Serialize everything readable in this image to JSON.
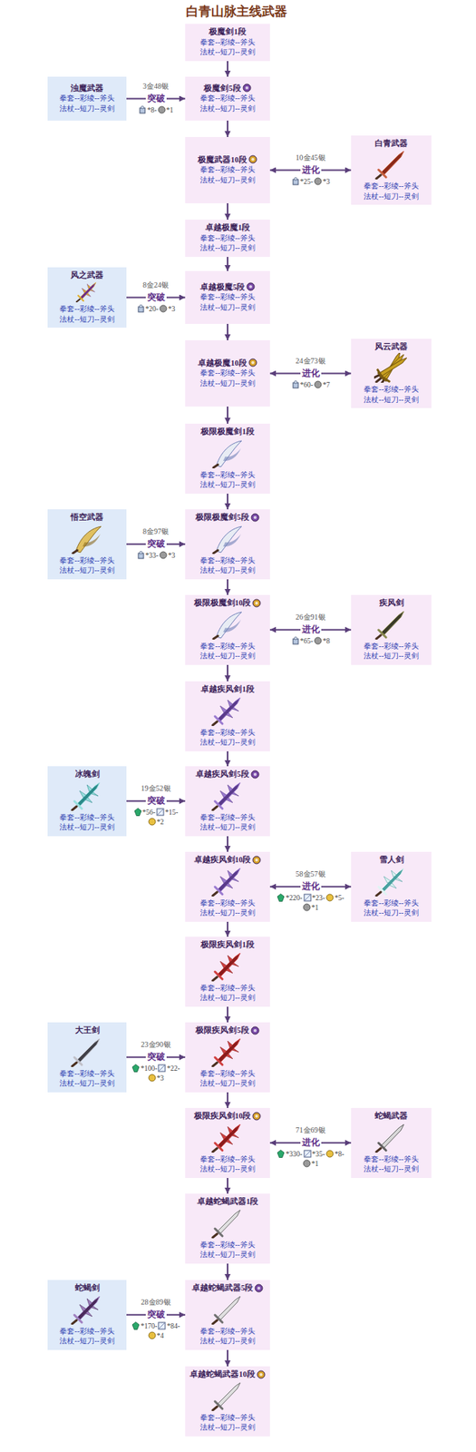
{
  "diagram": {
    "title": "白青山脉主线武器",
    "nodes": [
      {
        "text": [
          "极魔剑1段",
          "拳套--彩绫--斧头 法杖--短刀--灵剑"
        ]
      },
      {
        "text": [
          "浊魔武器",
          "拳套--彩绫--斧头 法杖--短刀--灵剑"
        ]
      },
      {
        "text": [
          "极魔剑5段",
          "拳套--彩绫--斧头 法杖--短刀--灵剑"
        ]
      },
      {
        "text": [
          "极魔武器10段",
          "拳套--彩绫--斧头 法杖--短刀--灵剑"
        ]
      },
      {
        "text": [
          "白青武器",
          "拳套--彩绫--斧头 法杖--短刀--灵剑"
        ]
      },
      {
        "text": [
          "卓越极魔1段",
          "拳套--彩绫--斧头 法杖--短刀--灵剑"
        ]
      },
      {
        "text": [
          "风之武器",
          "拳套--彩绫--斧头 法杖--短刀--灵剑"
        ]
      },
      {
        "text": [
          "卓越极魔5段",
          "拳套--彩绫--斧头 法杖--短刀--灵剑"
        ]
      },
      {
        "text": [
          "卓越极魔10段",
          "拳套--彩绫--斧头 法杖--短刀--灵剑"
        ]
      },
      {
        "text": [
          "风云武器",
          "拳套--彩绫--斧头 法杖--短刀--灵剑"
        ]
      },
      {
        "text": [
          "极限极魔剑1段",
          "拳套--彩绫--斧头 法杖--短刀--灵剑"
        ]
      },
      {
        "text": [
          "悟空武器",
          "拳套--彩绫--斧头 法杖--短刀--灵剑"
        ]
      },
      {
        "text": [
          "极限极魔剑5段",
          "拳套--彩绫--斧头 法杖--短刀--灵剑"
        ]
      },
      {
        "text": [
          "极限极魔剑10段",
          "拳套--彩绫--斧头 法杖--短刀--灵剑"
        ]
      },
      {
        "text": [
          "疾风剑",
          "拳套--彩绫--斧头 法杖--短刀--灵剑"
        ]
      },
      {
        "text": [
          "卓越疾风剑1段",
          "拳套--彩绫--斧头 法杖--短刀--灵剑"
        ]
      },
      {
        "text": [
          "冰魄剑",
          "拳套--彩绫--斧头 法杖--短刀--灵剑"
        ]
      },
      {
        "text": [
          "卓越疾风剑5段",
          "拳套--彩绫--斧头 法杖--短刀--灵剑"
        ]
      },
      {
        "text": [
          "卓越疾风剑10段",
          "拳套--彩绫--斧头 法杖--短刀--灵剑"
        ]
      },
      {
        "text": [
          "雪人剑",
          "拳套--彩绫--斧头 法杖--短刀--灵剑"
        ]
      },
      {
        "text": [
          "极限疾风剑1段",
          "拳套--彩绫--斧头 法杖--短刀--灵剑"
        ]
      },
      {
        "text": [
          "大王剑",
          "拳套--彩绫--斧头 法杖--短刀--灵剑"
        ]
      },
      {
        "text": [
          "极限疾风剑5段",
          "拳套--彩绫--斧头 法杖--短刀--灵剑"
        ]
      },
      {
        "text": [
          "极限疾风剑10段",
          "拳套--彩绫--斧头 法杖--短刀--灵剑"
        ]
      },
      {
        "text": [
          "蛇蝎武器",
          "拳套--彩绫--斧头 法杖--短刀--灵剑"
        ]
      },
      {
        "text": [
          "卓越蛇蝎武器1段",
          "拳套--彩绫--斧头 法杖--短刀--灵剑"
        ]
      },
      {
        "text": [
          "蛇蝎剑",
          "拳套--彩绫--斧头 法杖--短刀--灵剑"
        ]
      },
      {
        "text": [
          "卓越蛇蝎武器5段",
          "拳套--彩绫--斧头 法杖--短刀--灵剑"
        ]
      },
      {
        "text": [
          "卓越蛇蝎武器10段",
          "拳套--彩绫--斧头 法杖--短刀--灵剑"
        ]
      }
    ],
    "edges": [
      {
        "from": 0,
        "to": 2,
        "arrow": "to"
      },
      {
        "from": 2,
        "to": 3,
        "arrow": "to"
      },
      {
        "from": 3,
        "to": 5,
        "arrow": "to"
      },
      {
        "from": 5,
        "to": 7,
        "arrow": "to"
      },
      {
        "from": 7,
        "to": 8,
        "arrow": "to"
      },
      {
        "from": 8,
        "to": 10,
        "arrow": "to"
      },
      {
        "from": 10,
        "to": 12,
        "arrow": "to"
      },
      {
        "from": 12,
        "to": 13,
        "arrow": "to"
      },
      {
        "from": 13,
        "to": 15,
        "arrow": "to"
      },
      {
        "from": 15,
        "to": 17,
        "arrow": "to"
      },
      {
        "from": 17,
        "to": 18,
        "arrow": "to"
      },
      {
        "from": 18,
        "to": 20,
        "arrow": "to"
      },
      {
        "from": 20,
        "to": 22,
        "arrow": "to"
      },
      {
        "from": 22,
        "to": 23,
        "arrow": "to"
      },
      {
        "from": 23,
        "to": 25,
        "arrow": "to"
      },
      {
        "from": 25,
        "to": 27,
        "arrow": "to"
      },
      {
        "from": 27,
        "to": 28,
        "arrow": "to"
      },
      {
        "from": 1,
        "to": 2,
        "label": "突破",
        "arrow": "to"
      },
      {
        "from": 4,
        "to": 3,
        "label": "进化",
        "arrow": "both"
      },
      {
        "from": 6,
        "to": 7,
        "label": "突破",
        "arrow": "to"
      },
      {
        "from": 9,
        "to": 8,
        "label": "进化",
        "arrow": "both"
      },
      {
        "from": 11,
        "to": 12,
        "label": "突破",
        "arrow": "to"
      },
      {
        "from": 14,
        "to": 13,
        "label": "进化",
        "arrow": "both"
      },
      {
        "from": 16,
        "to": 17,
        "label": "突破",
        "arrow": "to"
      },
      {
        "from": 19,
        "to": 18,
        "label": "进化",
        "arrow": "both"
      },
      {
        "from": 21,
        "to": 22,
        "label": "突破",
        "arrow": "to"
      },
      {
        "from": 24,
        "to": 23,
        "label": "进化",
        "arrow": "both"
      },
      {
        "from": 26,
        "to": 27,
        "label": "突破",
        "arrow": "to"
      }
    ],
    "labels": [
      "3金48银",
      "*8-",
      "*1",
      "10金45银",
      "*25-",
      "*3",
      "8金24银",
      "*20-",
      "*3",
      "24金73银",
      "*60-",
      "*7",
      "8金97银",
      "*33-",
      "*3",
      "26金91银",
      "*65-",
      "*8",
      "19金52银",
      "*56-",
      "*15-",
      "*2",
      "58金57银",
      "*220-",
      "*23-",
      "*5-",
      "*1",
      "23金90银",
      "*100-",
      "*22-",
      "*3",
      "71金69银",
      "*330-",
      "*35-",
      "*8-",
      "*1",
      "28金89银",
      "*170-",
      "*84-",
      "*4"
    ]
  }
}
